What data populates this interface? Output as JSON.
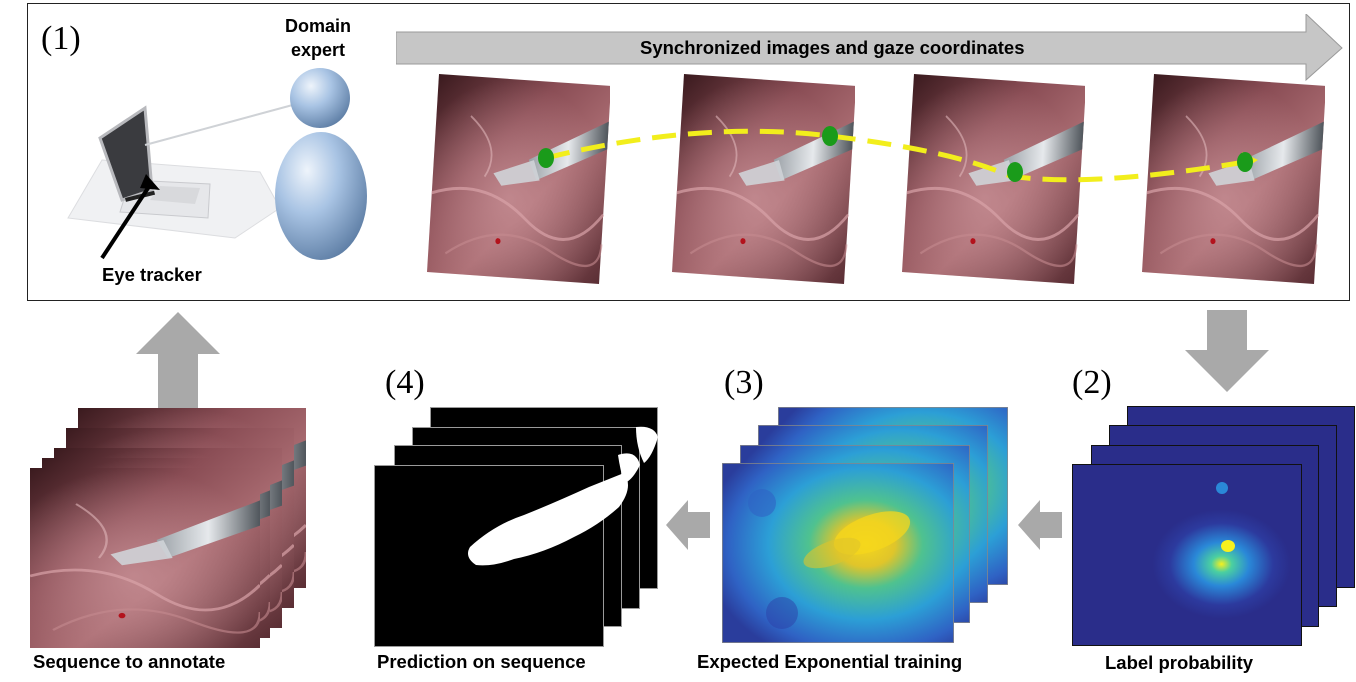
{
  "steps": {
    "s1": "(1)",
    "s2": "(2)",
    "s3": "(3)",
    "s4": "(4)"
  },
  "labels": {
    "domain_expert_line1": "Domain",
    "domain_expert_line2": "expert",
    "eye_tracker": "Eye tracker",
    "banner": "Synchronized images and gaze coordinates",
    "sequence_to_annotate": "Sequence to annotate",
    "prediction_on_sequence": "Prediction on sequence",
    "expected_exponential_training": "Expected Exponential training",
    "label_probability": "Label probability"
  },
  "colors": {
    "arrow_gray": "#a9a9a9",
    "gaze_yellow": "#f2ee1c",
    "gaze_green": "#1a9b1a",
    "expert_blue": "#a9c4e4",
    "heat_dark": "#2b2f8f",
    "heat_bright": "#f5d71c"
  },
  "icons": {
    "laptop": "laptop-icon",
    "expert": "person-icon",
    "arrows": "block-arrow-icon"
  }
}
